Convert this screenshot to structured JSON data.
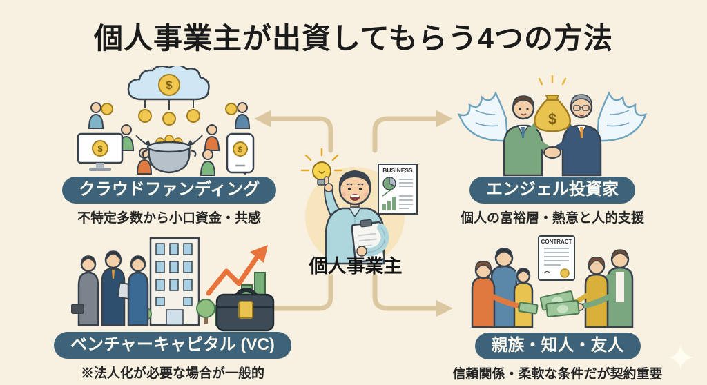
{
  "title": "個人事業主が出資してもらう4つの方法",
  "center": {
    "label": "個人事業主",
    "document_title": "BUSINESS"
  },
  "methods": [
    {
      "id": "crowdfunding",
      "position": "top-left",
      "label": "クラウドファンディング",
      "description": "不特定多数から小口資金・共感"
    },
    {
      "id": "angel-investor",
      "position": "top-right",
      "label": "エンジェル投資家",
      "description": "個人の富裕層・熱意と人的支援"
    },
    {
      "id": "venture-capital",
      "position": "bottom-left",
      "label": "ベンチャーキャピタル (VC)",
      "description": "※法人化が必要な場合が一般的"
    },
    {
      "id": "family-friends",
      "position": "bottom-right",
      "label": "親族・知人・友人",
      "description": "信頼関係・柔軟な条件だが契約重要"
    }
  ],
  "illustration_text": {
    "contract_title": "CONTRACT"
  },
  "symbols": {
    "dollar": "$"
  },
  "colors": {
    "background": "#f8f1e1",
    "title_text": "#1b1b1b",
    "badge_background": "#3e6378",
    "badge_text": "#fcf9f0",
    "description_text": "#252525",
    "connector_arrow": "#dcc8a0",
    "center_halo": "#f6e5bd",
    "coin_gold": "#f0c84f"
  }
}
